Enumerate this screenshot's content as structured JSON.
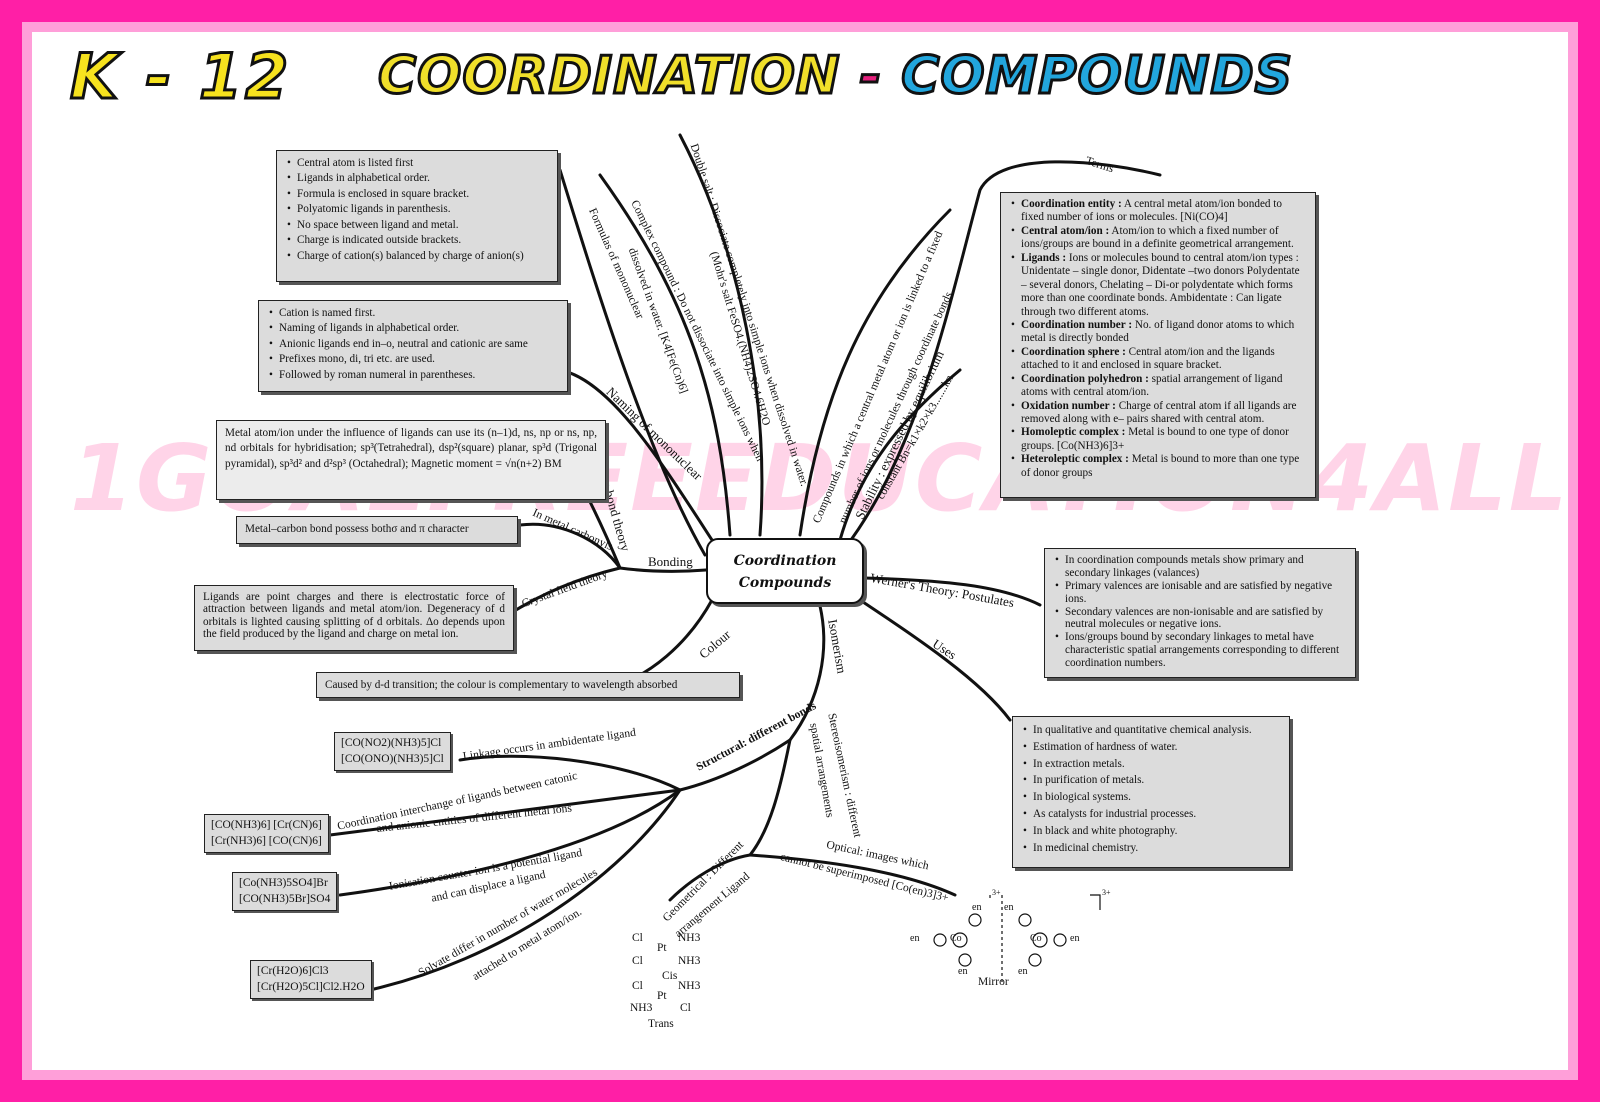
{
  "header": {
    "k12": "K - 12",
    "title_part1": "COORDINATION",
    "title_part2": " - ",
    "title_part3": "COMPOUNDS"
  },
  "watermark": "1GOALFREEEDUCATION4ALL",
  "center_line1": "Coordination",
  "center_line2": "Compounds",
  "branches": {
    "formulas": "Formulas of mononuclear",
    "naming": "Naming of mononuclear",
    "complex": "Complex compound : Do not dissociate into simple ions when",
    "complex2": "dissolved in water. [K4[Fe(Cn)6]",
    "double": "Double salt : Dissociate completely into simple ions when dissolved in water.",
    "double2": "(Mohr's salt FeSO4.(NH4)2SO4.6H2O",
    "compounds": "Compounds in which a central metal atom or ion is linked to a fixed",
    "compounds2": "number of ions or molecules through coordinate bonds.",
    "stability": "Stability : expressed by equilibrium",
    "stability2": "constant Bn=k1×k2×k3.......kn",
    "terms": "Terms",
    "werner": "Werner's Theory: Postulates",
    "uses": "Uses",
    "bonding": "Bonding",
    "valence": "Valance bond theory",
    "metal_carbonyls": "In metal carbonyls",
    "crystal": "Crystal field theory",
    "colour": "Colour",
    "isomerism": "Isomerism",
    "structural": "Structural: different bonds",
    "structural_bold": "Structural",
    "stereo": "Stereoisomerism : different",
    "stereo2": "spatial arrangements",
    "linkage": "Linkage occurs in ambidentate ligand",
    "coord_interchange": "Coordination interchange of ligands between catonic",
    "coord_interchange2": "and anionic entities of different metal ions",
    "ionisation": "Ionisation counter ion is a potential ligand",
    "ionisation2": "and can displace a ligand",
    "solvate": "Solvate differ in number of water molecules",
    "solvate2": "attached to metal atom/ion.",
    "geometrical": "Geometrical : Different",
    "geometrical2": "arrangement Ligand",
    "optical": "Optical: images which",
    "optical2": "cannot be superimposed [Co(en)3]3+"
  },
  "boxes": {
    "formulas": [
      "Central atom is listed first",
      "Ligands in alphabetical order.",
      "Formula is enclosed in square bracket.",
      "Polyatomic ligands in parenthesis.",
      "No space between ligand and metal.",
      "Charge is indicated outside brackets.",
      "Charge of cation(s) balanced by charge of anion(s)"
    ],
    "naming": [
      "Cation is named first.",
      "Naming of ligands in alphabetical order.",
      "Anionic ligands end in–o, neutral and cationic are same",
      "Prefixes mono, di, tri etc. are used.",
      "Followed by roman numeral in parentheses."
    ],
    "valence": "Metal atom/ion under the influence of ligands can use its (n–1)d, ns, np or ns, np, nd orbitals for hybridisation; sp³(Tetrahedral), dsp²(square) planar, sp³d (Trigonal pyramidal), sp³d² and d²sp³ (Octahedral); Magnetic moment = √n(n+2) BM",
    "carbonyls": "Metal–carbon bond possess bothσ and π character",
    "crystal": "Ligands are point charges and there is electrostatic force of attraction between ligands and metal atom/ion. Degeneracy of d orbitals is lighted causing splitting of d orbitals. Δo depends upon the field produced by the ligand and charge on metal ion.",
    "colour": "Caused by d-d transition; the colour is complementary to wavelength absorbed",
    "terms": [
      {
        "b": "Coordination entity :",
        "t": " A central metal atom/ion bonded to fixed number of ions or molecules. [Ni(CO)4]"
      },
      {
        "b": "Central atom/ion :",
        "t": " Atom/ion to which a fixed number of ions/groups are bound in a definite geometrical arrangement."
      },
      {
        "b": "Ligands :",
        "t": " Ions or molecules bound to central atom/ion types : Unidentate – single donor, Didentate –two donors Polydentate – several donors, Chelating – Di-or polydentate which forms more than one coordinate bonds. Ambidentate : Can ligate through two different atoms."
      },
      {
        "b": "Coordination number :",
        "t": " No. of ligand donor atoms to which metal is directly bonded"
      },
      {
        "b": "Coordination sphere :",
        "t": " Central atom/ion and the ligands attached to it and enclosed in square bracket."
      },
      {
        "b": "Coordination polyhedron :",
        "t": " spatial arrangement of ligand atoms with central atom/ion."
      },
      {
        "b": "Oxidation number :",
        "t": " Charge of central atom if all ligands are removed along with e– pairs shared with central atom."
      },
      {
        "b": "Homoleptic complex :",
        "t": " Metal is bound to one type of donor groups. [Co(NH3)6]3+"
      },
      {
        "b": "Heteroleptic complex :",
        "t": " Metal is bound to more than one type of donor groups"
      }
    ],
    "werner": [
      "In coordination compounds metals show primary and secondary linkages (valances)",
      "Primary valences are ionisable and are satisfied by negative ions.",
      "Secondary valences are non-ionisable and are satisfied by neutral molecules or negative ions.",
      "Ions/groups bound by secondary linkages to metal have characteristic spatial arrangements corresponding to different coordination numbers."
    ],
    "uses": [
      "In qualitative and quantitative chemical analysis.",
      "Estimation of hardness of water.",
      "In extraction metals.",
      "In purification of metals.",
      "In biological systems.",
      "As catalysts for industrial processes.",
      "In black and white photography.",
      "In medicinal chemistry."
    ]
  },
  "formulas": {
    "linkage": [
      "[CO(NO2)(NH3)5]Cl",
      "[CO(ONO)(NH3)5]Cl"
    ],
    "coordination": [
      "[CO(NH3)6] [Cr(CN)6]",
      "[Cr(NH3)6] [CO(CN)6]"
    ],
    "ionisation": [
      "[Co(NH3)5SO4]Br",
      "[CO(NH3)5Br]SO4"
    ],
    "solvate": [
      "[Cr(H2O)6]Cl3",
      "[Cr(H2O)5Cl]Cl2.H2O"
    ],
    "cis_label": "Cis",
    "trans_label": "Trans",
    "pt": "Pt",
    "cl": "Cl",
    "nh3": "NH3",
    "mirror": "Mirror",
    "en": "en",
    "co": "Co",
    "charge": "3+"
  }
}
